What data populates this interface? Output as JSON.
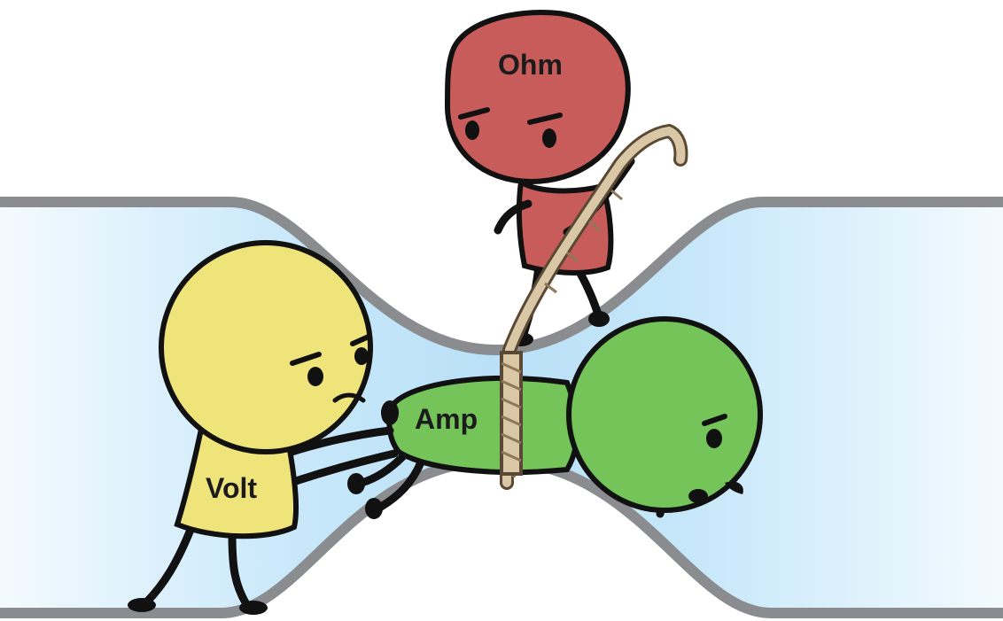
{
  "characters": {
    "ohm": {
      "label": "Ohm",
      "color": "#c85c5a"
    },
    "volt": {
      "label": "Volt",
      "color": "#efe47a"
    },
    "amp": {
      "label": "Amp",
      "color": "#74c45a"
    }
  },
  "palette": {
    "pipe_wall": "#8a8c90",
    "water_light": "#e9f6fd",
    "water_deep": "#bfe4f8",
    "rope": "#d9c7a5",
    "outline": "#111111"
  }
}
